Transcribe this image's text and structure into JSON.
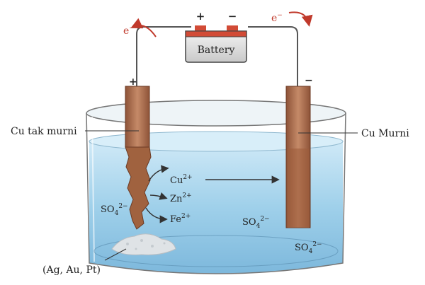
{
  "battery": {
    "label": "Battery",
    "positive": "+",
    "negative": "−"
  },
  "electron_left": {
    "base": "e",
    "sup": "−"
  },
  "electron_right": {
    "base": "e",
    "sup": "−"
  },
  "electrode_left": {
    "label": "Cu tak murni",
    "sign": "+"
  },
  "electrode_right": {
    "label": "Cu Murni",
    "sign": "−"
  },
  "ions": {
    "cu": {
      "base": "Cu",
      "sup": "2+"
    },
    "zn": {
      "base": "Zn",
      "sup": "2+"
    },
    "fe": {
      "base": "Fe",
      "sup": "2+"
    }
  },
  "sulfate": {
    "base": "SO",
    "sub": "4",
    "sup": "2−"
  },
  "sediment": {
    "label": "(Ag, Au, Pt)"
  },
  "colors": {
    "solution": "#9ecfe9",
    "copper": "#b87352",
    "wire": "#555555",
    "arrow_red": "#c0392b",
    "battery_red": "#d24b36"
  }
}
